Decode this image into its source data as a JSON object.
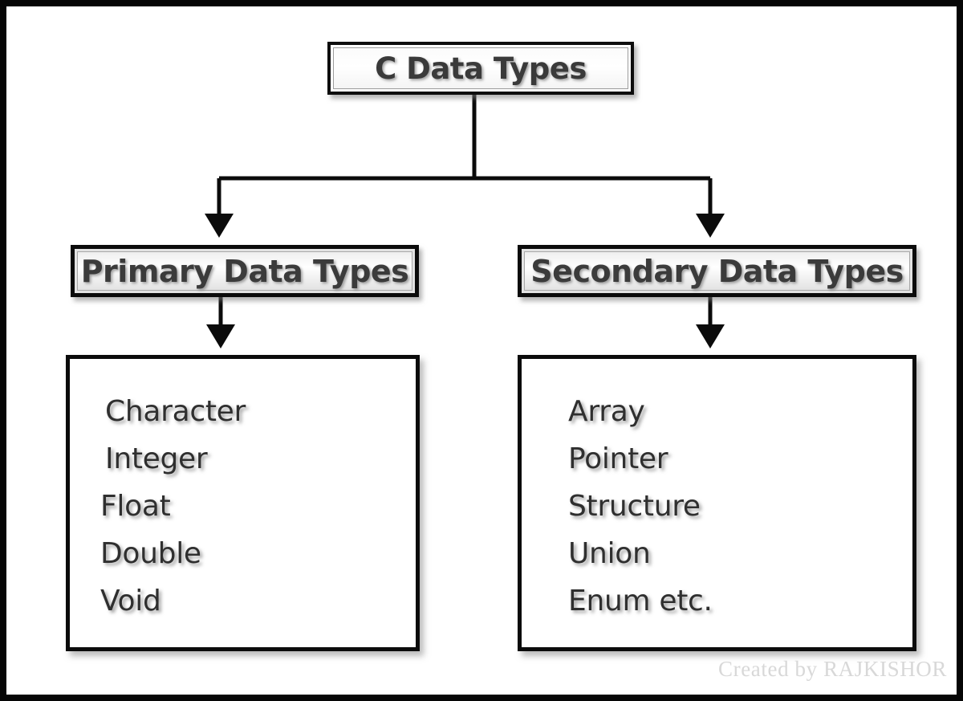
{
  "diagram": {
    "title": "C Data Types",
    "root": {
      "label": "C Data Types"
    },
    "branches": [
      {
        "id": "primary",
        "label": "Primary Data Types",
        "items": [
          "Character",
          "Integer",
          "Float",
          "Double",
          "Void"
        ]
      },
      {
        "id": "secondary",
        "label": "Secondary Data Types",
        "items": [
          "Array",
          "Pointer",
          "Structure",
          "Union",
          "Enum etc."
        ]
      }
    ],
    "connector_color": "#0b0b0b",
    "frame_color": "#060606",
    "background_color": "#ffffff",
    "text_color": "#2f2f2f"
  },
  "watermark": {
    "text": "Created by RAJKISHOR",
    "color": "#d8d8d8"
  }
}
